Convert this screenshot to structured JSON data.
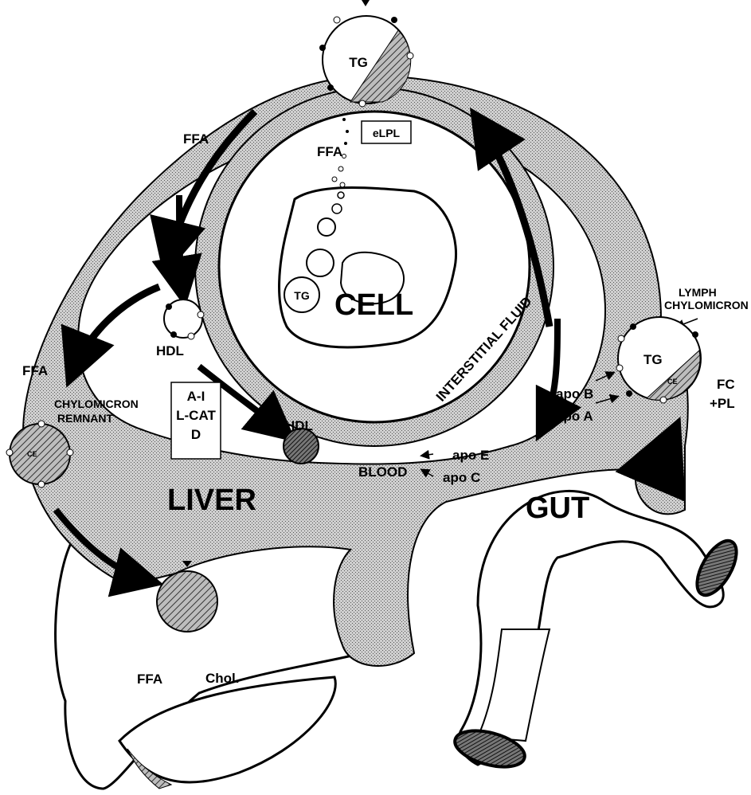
{
  "labels": {
    "tg": "TG",
    "elpl": "eLPL",
    "ffa": "FFA",
    "cell": "CELL",
    "interstitial_fluid": "INTERSTITIAL FLUID",
    "lymph": "LYMPH",
    "chylomicron": "CHYLOMICRON",
    "ce": "CE",
    "fc": "FC",
    "pl": "+PL",
    "apo_b": "apo B",
    "apo_a": "apo A",
    "hdl": "HDL",
    "a_i": "A-I",
    "l_cat": "L-CAT",
    "d": "D",
    "chylomicron_remnant_line1": "CHYLOMICRON",
    "chylomicron_remnant_line2": "REMNANT",
    "apo_e": "apo E",
    "apo_c": "apo C",
    "blood": "BLOOD",
    "liver": "LIVER",
    "gut": "GUT",
    "chol": "Chol."
  }
}
